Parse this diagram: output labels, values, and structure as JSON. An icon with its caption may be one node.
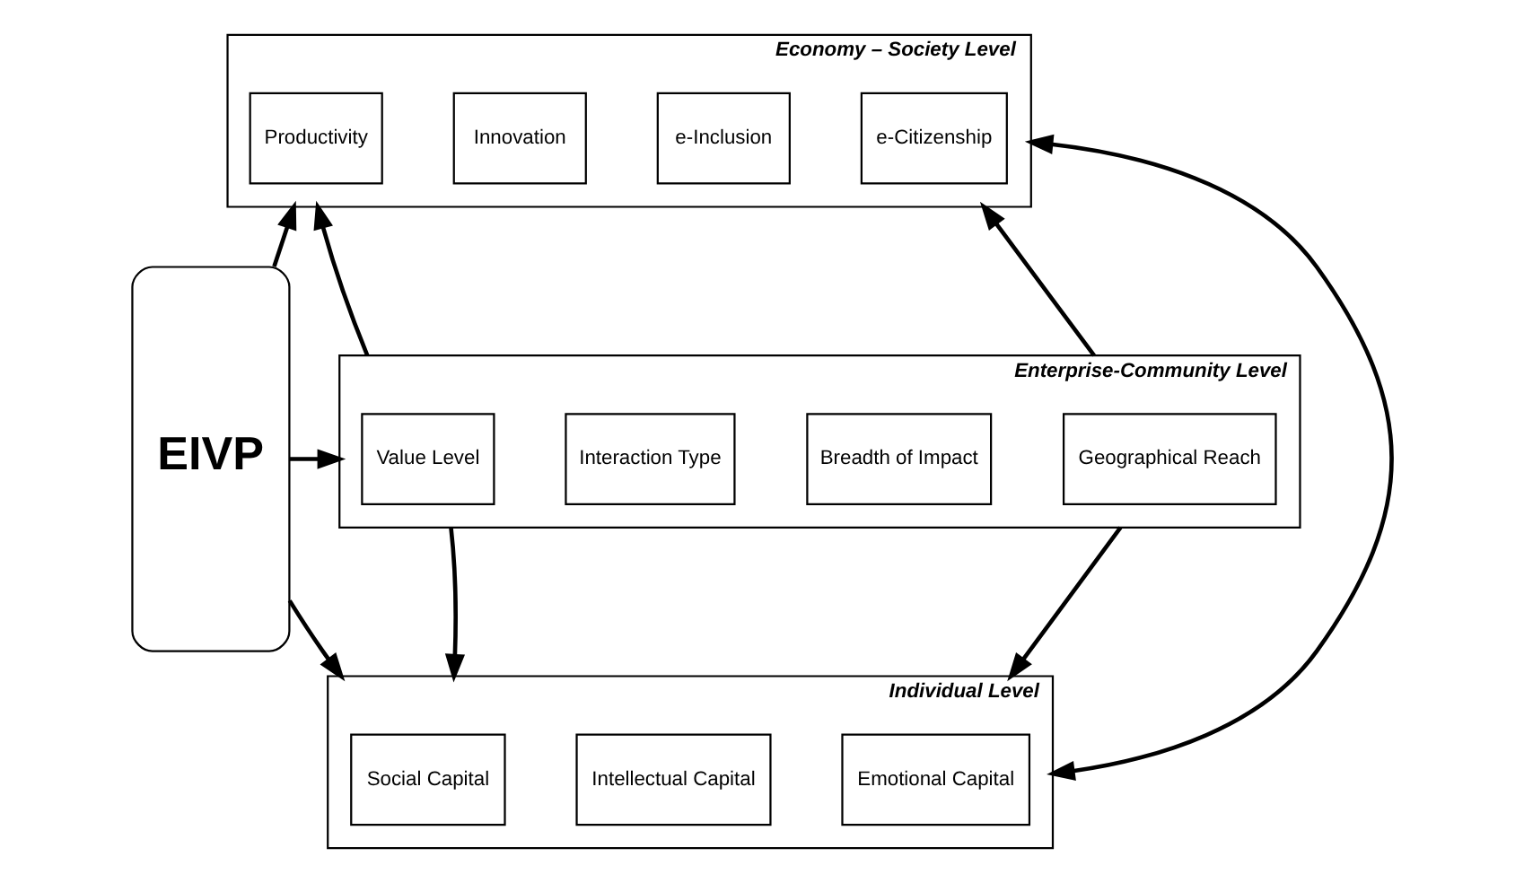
{
  "diagram": {
    "nodes": [
      {
        "text": [
          "EIVP"
        ]
      },
      {
        "text": [
          "Economy – Society Level"
        ]
      },
      {
        "text": [
          "Productivity"
        ],
        "in": 1
      },
      {
        "text": [
          "Innovation"
        ],
        "in": 1
      },
      {
        "text": [
          "e-Inclusion"
        ],
        "in": 1
      },
      {
        "text": [
          "e-Citizenship"
        ],
        "in": 1
      },
      {
        "text": [
          "Enterprise-Community Level"
        ]
      },
      {
        "text": [
          "Value Level"
        ],
        "in": 6
      },
      {
        "text": [
          "Interaction Type"
        ],
        "in": 6
      },
      {
        "text": [
          "Breadth of Impact"
        ],
        "in": 6
      },
      {
        "text": [
          "Geographical Reach"
        ],
        "in": 6
      },
      {
        "text": [
          "Individual Level"
        ]
      },
      {
        "text": [
          "Social Capital"
        ],
        "in": 11
      },
      {
        "text": [
          "Intellectual Capital"
        ],
        "in": 11
      },
      {
        "text": [
          "Emotional Capital"
        ],
        "in": 11
      }
    ],
    "edges": [
      {
        "from": 0,
        "to": 1,
        "arrow": "to"
      },
      {
        "from": 0,
        "to": 6,
        "arrow": "to"
      },
      {
        "from": 0,
        "to": 11,
        "arrow": "to"
      },
      {
        "from": 6,
        "to": 1,
        "arrow": "to"
      },
      {
        "from": 6,
        "to": 1,
        "arrow": "to"
      },
      {
        "from": 6,
        "to": 11,
        "arrow": "to"
      },
      {
        "from": 6,
        "to": 11,
        "arrow": "to"
      },
      {
        "from": 11,
        "to": 1,
        "arrow": "both"
      }
    ]
  }
}
